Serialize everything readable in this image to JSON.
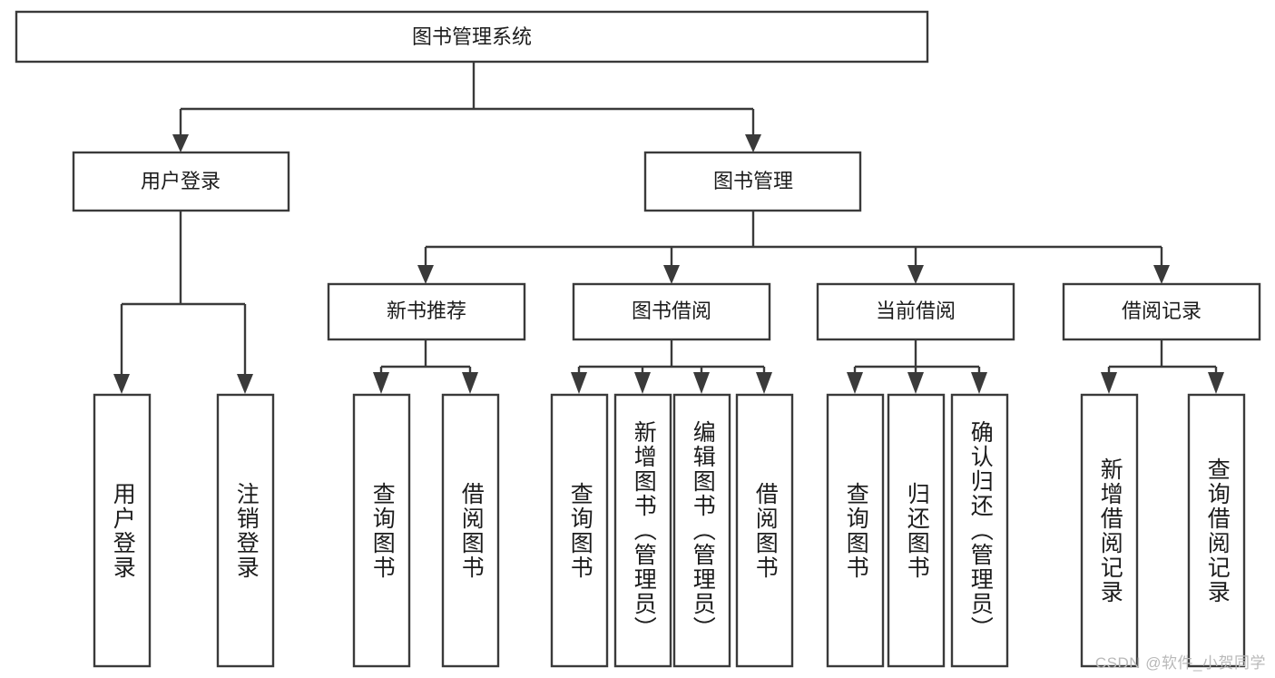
{
  "diagram": {
    "type": "hierarchy-tree",
    "title": "图书管理系统",
    "root": {
      "label": "图书管理系统"
    },
    "level1": [
      {
        "label": "用户登录"
      },
      {
        "label": "图书管理"
      }
    ],
    "level2": [
      {
        "label": "新书推荐"
      },
      {
        "label": "图书借阅"
      },
      {
        "label": "当前借阅"
      },
      {
        "label": "借阅记录"
      }
    ],
    "leaves": {
      "user_login": [
        {
          "label": "用户登录"
        },
        {
          "label": "注销登录"
        }
      ],
      "new_book_recommend": [
        {
          "label": "查询图书"
        },
        {
          "label": "借阅图书"
        }
      ],
      "book_borrow": [
        {
          "label": "查询图书"
        },
        {
          "label": "新增图书（管理员）"
        },
        {
          "label": "编辑图书（管理员）"
        },
        {
          "label": "借阅图书"
        }
      ],
      "current_borrow": [
        {
          "label": "查询图书"
        },
        {
          "label": "归还图书"
        },
        {
          "label": "确认归还（管理员）"
        }
      ],
      "borrow_record": [
        {
          "label": "新增借阅记录"
        },
        {
          "label": "查询借阅记录"
        }
      ]
    }
  },
  "watermark": {
    "text": "CSDN @软件_小贺同学"
  },
  "colors": {
    "stroke": "#3a3a3a",
    "box_fill": "#ffffff",
    "text": "#1c1c1c",
    "watermark": "#b9b9b9",
    "background": "#ffffff"
  }
}
